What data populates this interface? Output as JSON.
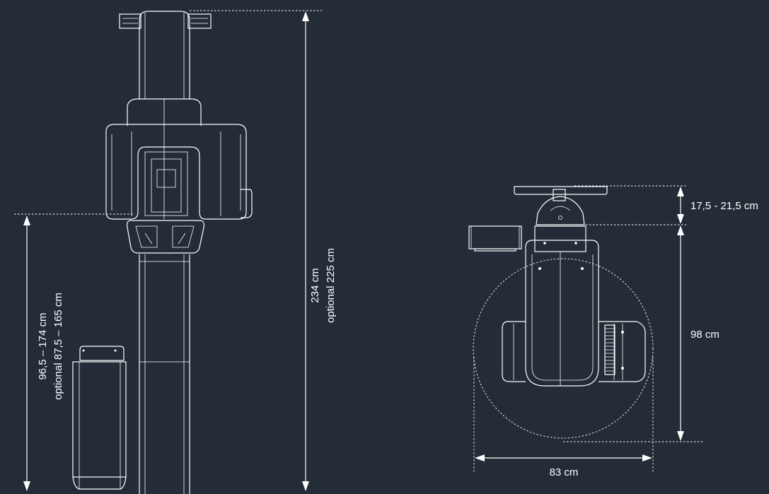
{
  "dimensions": {
    "total_height": "234 cm",
    "total_height_optional": "optional 225 cm",
    "chin_height": "96,5 – 174 cm",
    "chin_height_optional": "optional 87,5 – 165 cm",
    "top_offset": "17,5 - 21,5 cm",
    "depth": "98 cm",
    "width": "83 cm"
  },
  "colors": {
    "background": "#232c37",
    "line": "#ffffff"
  }
}
